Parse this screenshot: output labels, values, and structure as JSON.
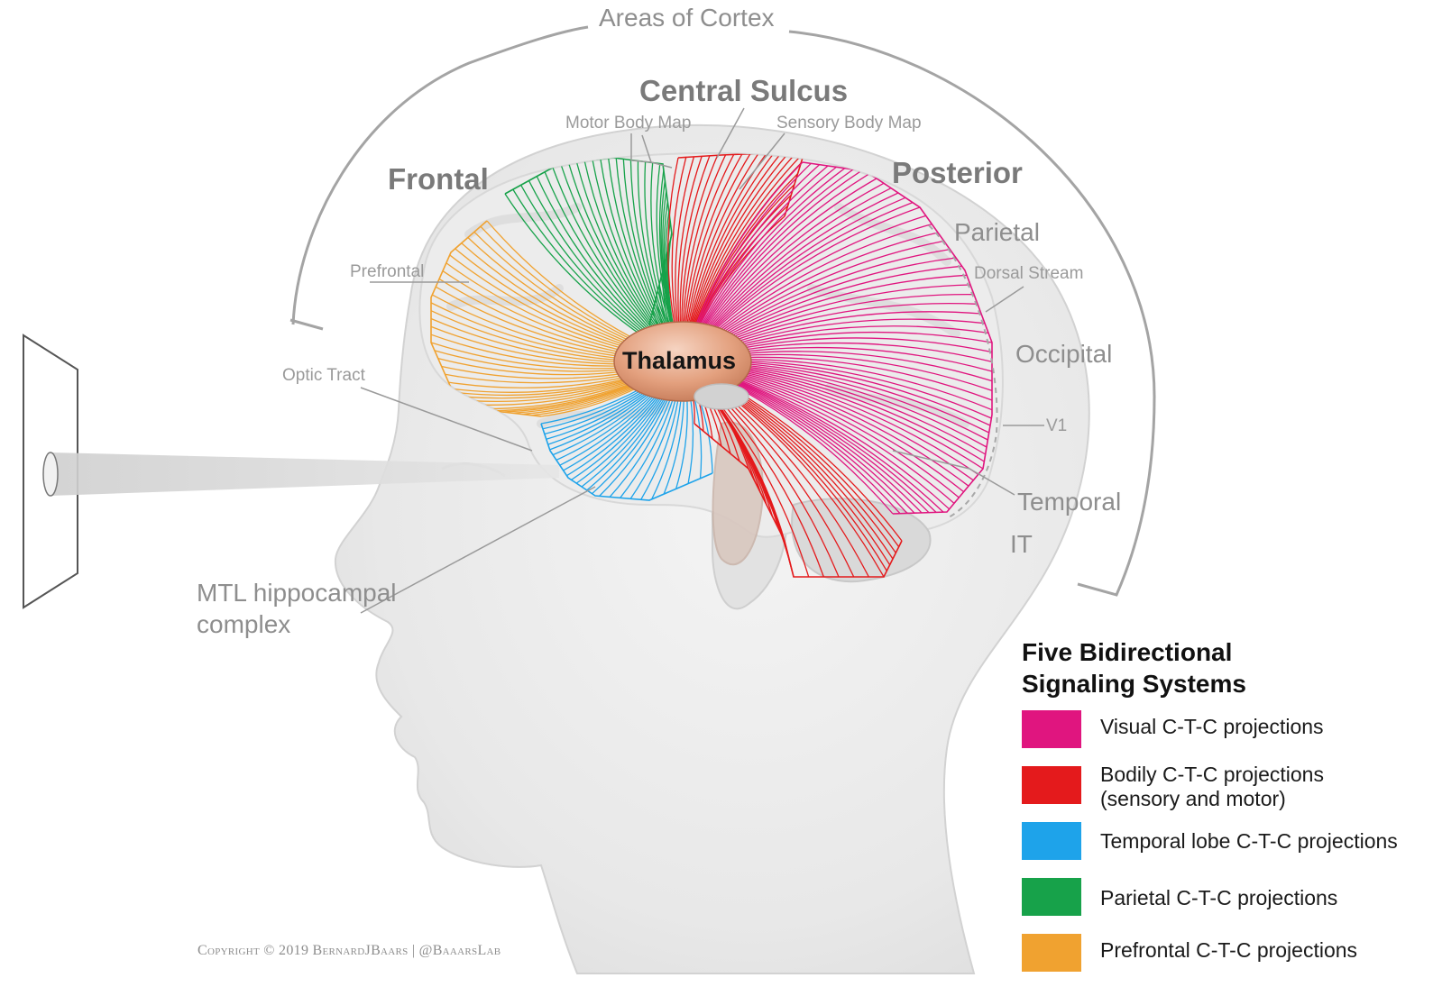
{
  "labels": {
    "areas_of_cortex": "Areas of Cortex",
    "central_sulcus": "Central Sulcus",
    "motor_body_map": "Motor Body Map",
    "sensory_body_map": "Sensory Body Map",
    "frontal": "Frontal",
    "posterior": "Posterior",
    "parietal": "Parietal",
    "dorsal_stream": "Dorsal Stream",
    "prefrontal": "Prefrontal",
    "occipital": "Occipital",
    "optic_tract": "Optic Tract",
    "thalamus": "Thalamus",
    "v1": "V1",
    "temporal": "Temporal",
    "it": "IT",
    "mtl": "MTL hippocampal complex"
  },
  "legend": {
    "title": "Five Bidirectional Signaling Systems",
    "items": [
      {
        "label": "Visual C-T-C projections",
        "color": "#e0157f"
      },
      {
        "label": "Bodily C-T-C projections (sensory and motor)",
        "color": "#e41a1c"
      },
      {
        "label": "Temporal lobe C-T-C projections",
        "color": "#1ea3ea"
      },
      {
        "label": "Parietal C-T-C projections",
        "color": "#17a24a"
      },
      {
        "label": "Prefrontal C-T-C projections",
        "color": "#f0a230"
      }
    ]
  },
  "copyright": "Copyright © 2019 BernardJBaars | @BaaarsLab"
}
